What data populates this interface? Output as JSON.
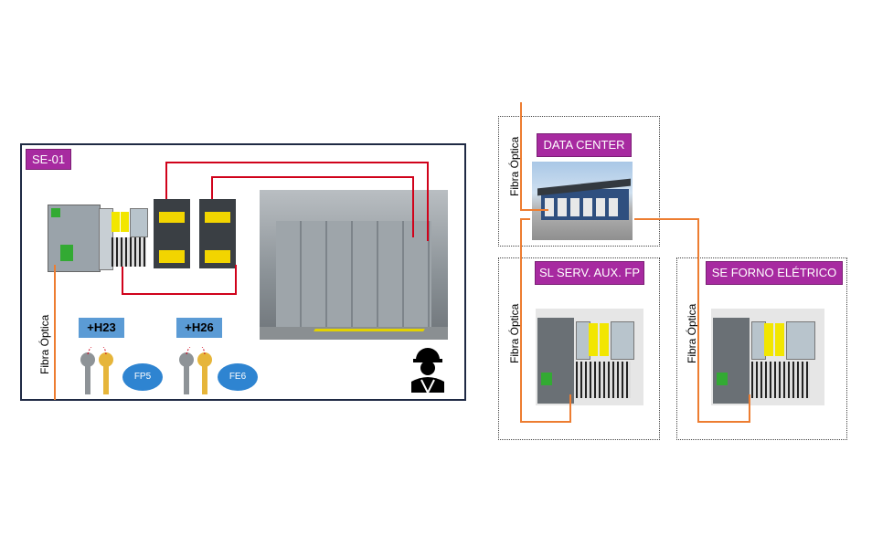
{
  "main_panel": {
    "tag": "SE-01",
    "fiber_label": "Fibra Óptica",
    "key_groups": [
      {
        "label": "+H23",
        "oval": "FP5"
      },
      {
        "label": "+H26",
        "oval": "FE6"
      }
    ]
  },
  "sites": [
    {
      "title": "DATA CENTER",
      "fiber_label": "Fibra Óptica"
    },
    {
      "title": "SL SERV. AUX. FP",
      "fiber_label": "Fibra Óptica"
    },
    {
      "title": "SE FORNO ELÉTRICO",
      "fiber_label": "Fibra Óptica"
    }
  ],
  "colors": {
    "fiber": "#ed7d31",
    "wire": "#d0021b",
    "tag": "#a72aa0",
    "label_blue": "#5b9bd5",
    "oval_blue": "#2e84d1"
  },
  "icons": [
    "plc-rack-icon",
    "safety-relay-icon",
    "switchgear-photo",
    "key-icon",
    "worker-icon",
    "building-photo"
  ]
}
